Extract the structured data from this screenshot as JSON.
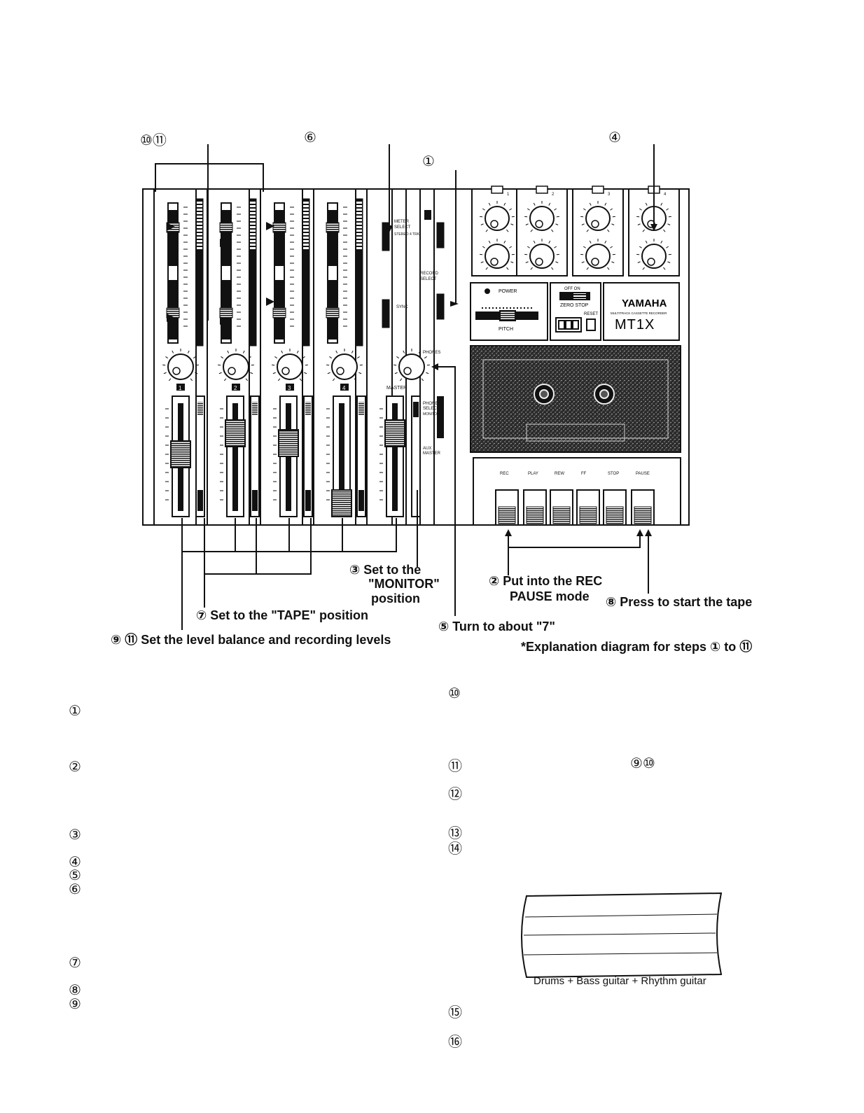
{
  "top_markers": {
    "m10_11": "⑩⑪",
    "m6": "⑥",
    "m1": "①",
    "m4": "④"
  },
  "panel": {
    "brand": "YAMAHA",
    "model_subtitle": "MULTITRACK CASSETTE RECORDER",
    "model": "MT1X",
    "power": "POWER",
    "pitch": "PITCH",
    "zero_stop": "ZERO STOP",
    "zero_off_on": "OFF ON",
    "reset": "RESET",
    "master": "MASTER",
    "phones": "PHONES",
    "meter_select": "METER SELECT",
    "meter_stereo": "STEREO 4 TRK",
    "record_select": "RECORD SELECT",
    "sync": "SYNC",
    "phones_select": "PHONES SELECT",
    "monitor": "MONITOR",
    "aux_master": "AUX MASTER",
    "channels": [
      "1",
      "2",
      "3",
      "4"
    ],
    "transport": [
      "REC",
      "PLAY",
      "REW",
      "FF",
      "STOP",
      "PAUSE"
    ]
  },
  "callouts": {
    "c3_line1": "③ Set to the",
    "c3_line2": "\"MONITOR\"",
    "c3_line3": "position",
    "c2_line1": "② Put into the REC",
    "c2_line2": "PAUSE mode",
    "c8": "⑧ Press to start the tape",
    "c7": "⑦ Set to the \"TAPE\" position",
    "c5": "⑤ Turn to about \"7\"",
    "c9_11": "⑨ ⑪ Set the level balance and recording levels",
    "caption": "*Explanation diagram for steps ① to ⑪"
  },
  "left_steps": [
    "①",
    "②",
    "③",
    "④",
    "⑤",
    "⑥",
    "⑦",
    "⑧",
    "⑨"
  ],
  "right_steps": [
    "⑩",
    "⑪",
    "⑫",
    "⑬",
    "⑭",
    "⑮",
    "⑯"
  ],
  "right_step_ref": "⑨⑩",
  "tape_track": "Drums + Bass guitar + Rhythm guitar"
}
